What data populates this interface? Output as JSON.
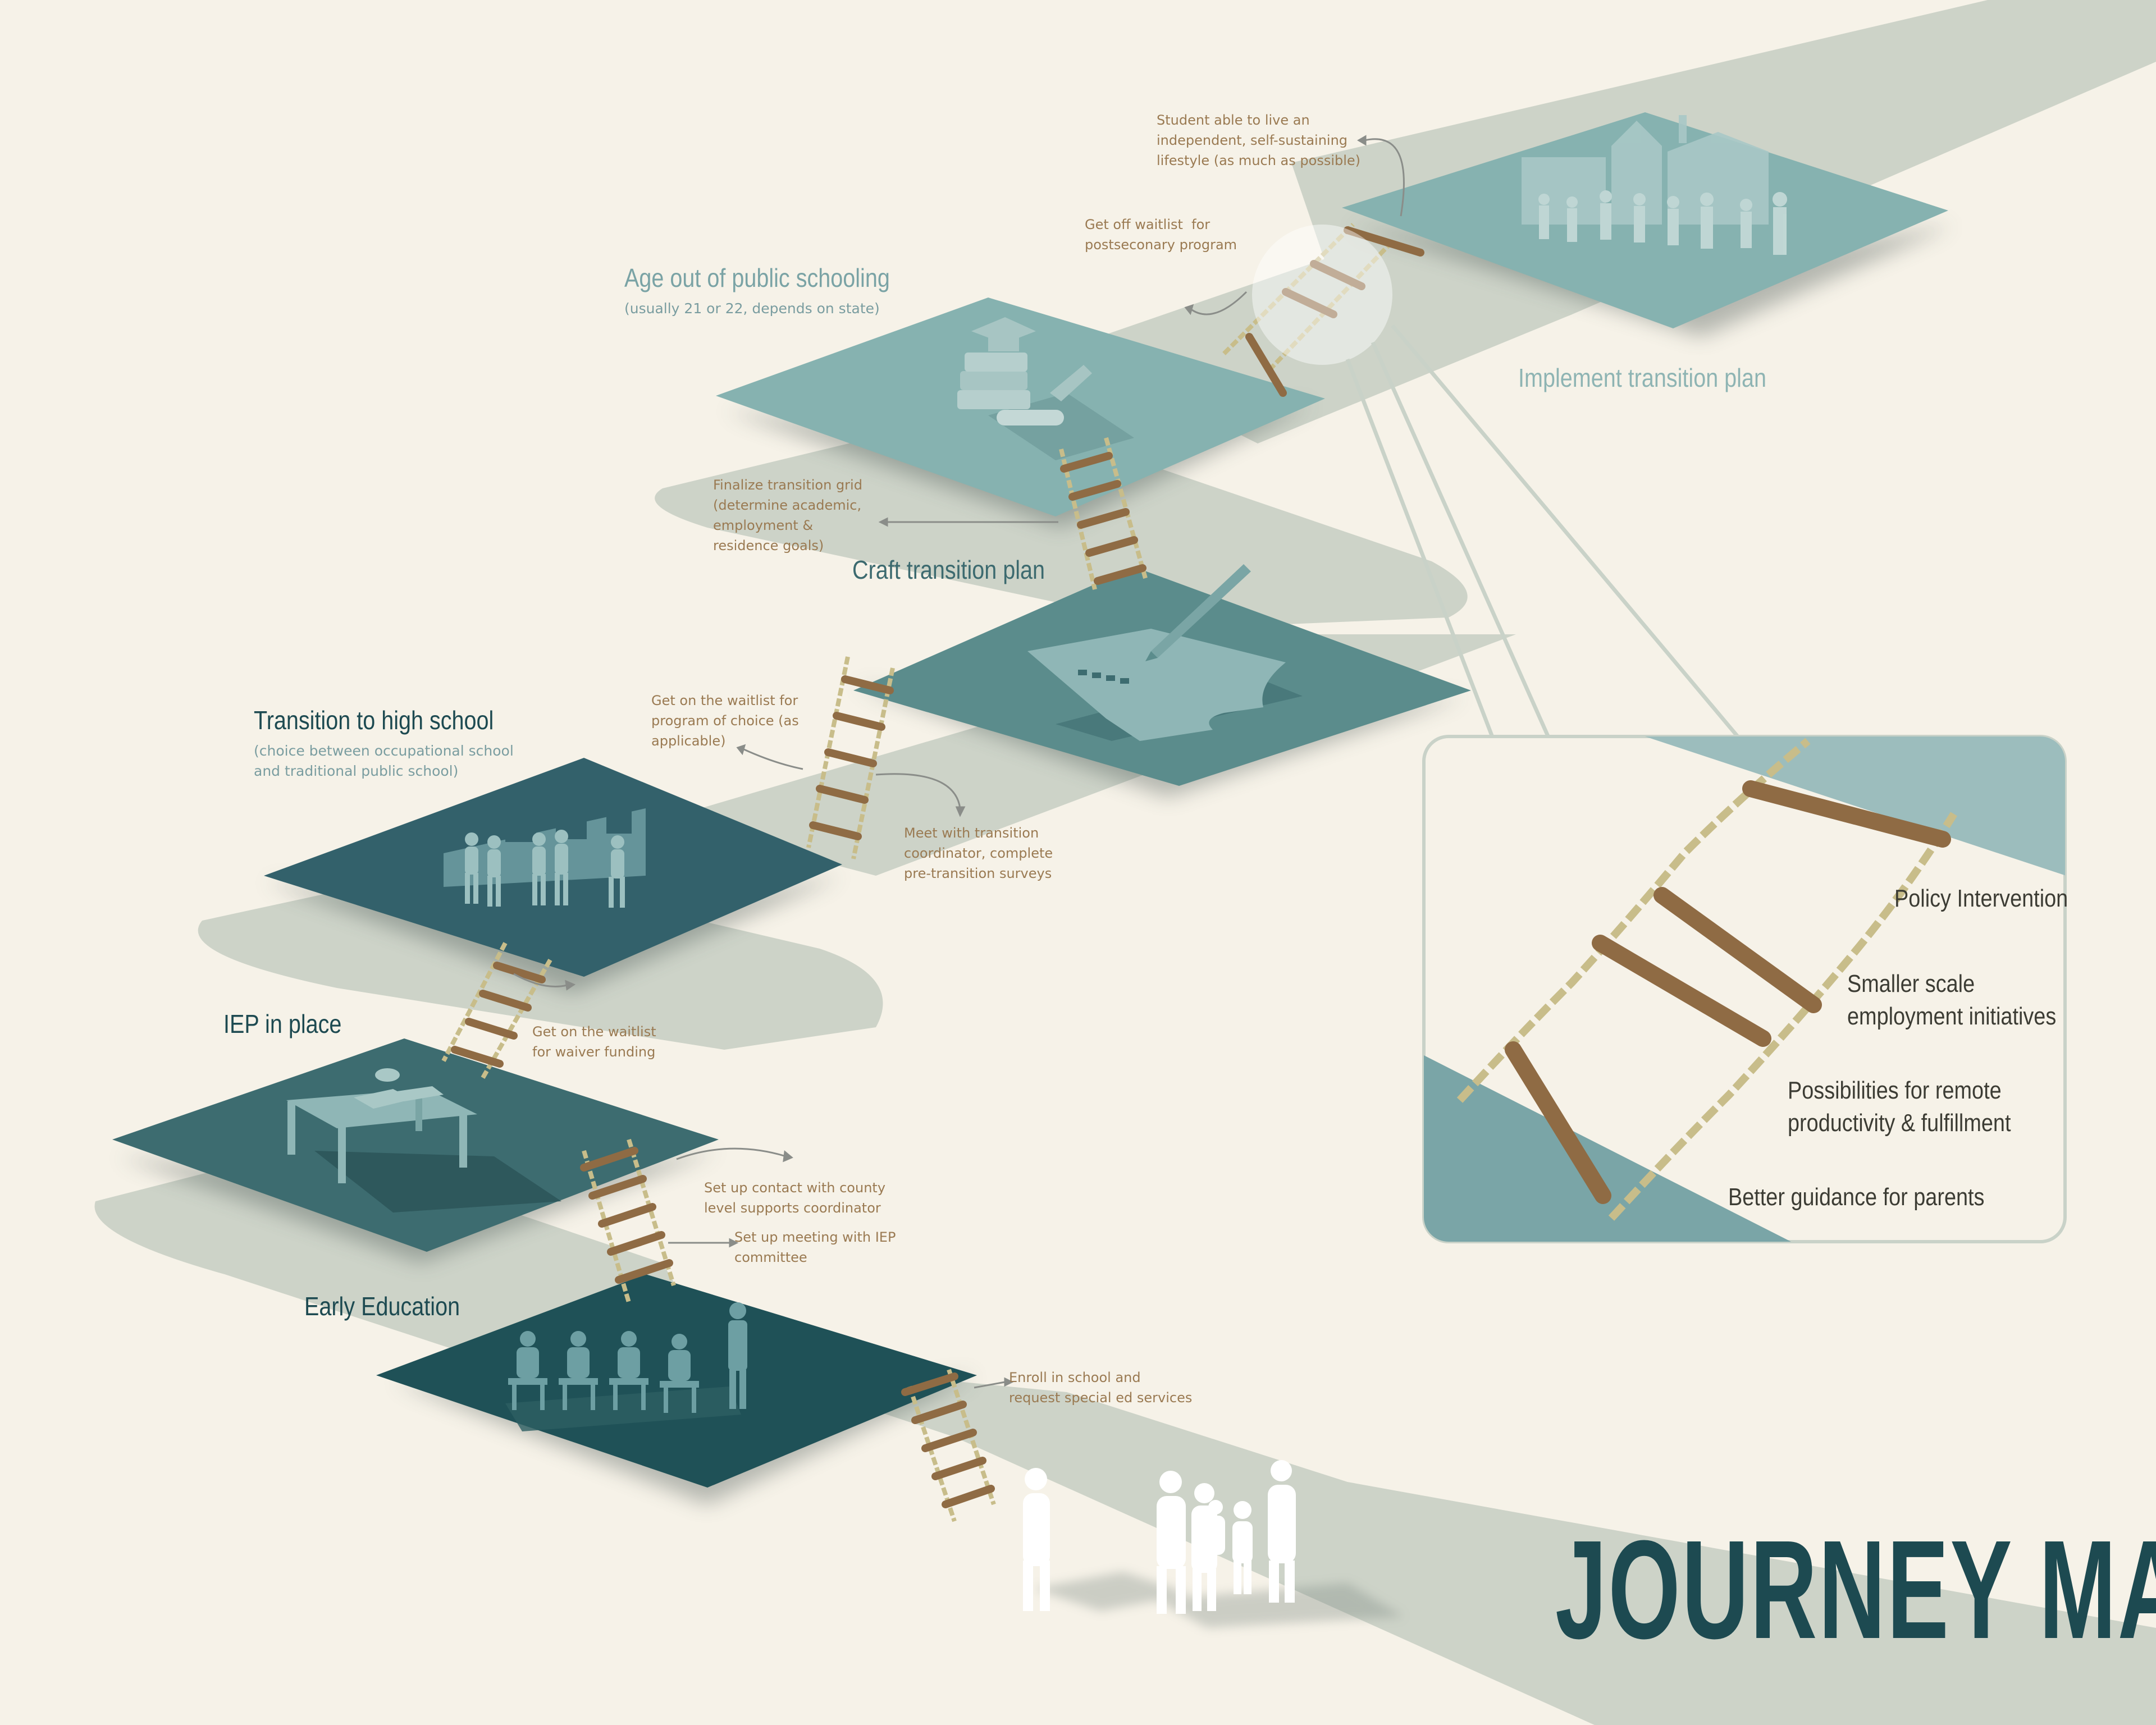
{
  "title": "JOURNEY MAP",
  "colors": {
    "background": "#f6f2e8",
    "path": "#cdd3c8",
    "plate_dark": "#1f5157",
    "plate_mid": "#3d6c70",
    "plate_light": "#86b2b0",
    "rope": "#c8bd8a",
    "rung": "#8f6b44",
    "title": "#1d4a51",
    "note": "#9a7a52"
  },
  "stages": [
    {
      "label": "Early Education",
      "subtitle": "",
      "illustration-icon": "classroom-icon"
    },
    {
      "label": "IEP in place",
      "subtitle": "",
      "illustration-icon": "desk-icon"
    },
    {
      "label": "Transition to high school",
      "subtitle": "(choice between occupational school\nand traditional public school)",
      "illustration-icon": "school-students-icon"
    },
    {
      "label": "Craft transition plan",
      "subtitle": "",
      "illustration-icon": "document-pen-icon"
    },
    {
      "label": "Age out of public schooling",
      "subtitle": "(usually 21 or 22, depends on state)",
      "illustration-icon": "diploma-books-icon"
    },
    {
      "label": "Implement transition plan",
      "subtitle": "",
      "illustration-icon": "town-people-icon"
    }
  ],
  "notes": [
    "Enroll in school and\nrequest special ed services",
    "Set up meeting with IEP\ncommittee",
    "Set up contact with county\nlevel supports coordinator",
    "Get on the waitlist\nfor waiver funding",
    "Meet with transition\ncoordinator, complete\npre-transition surveys",
    "Get on the waitlist for\nprogram of choice (as\napplicable)",
    "Finalize transition grid\n(determine academic,\nemployment &\nresidence goals)",
    "Get off waitlist  for\npostseconary program",
    "Student able to live an\nindependent, self-sustaining\nlifestyle (as much as possible)"
  ],
  "inset": {
    "labels": [
      "Policy Intervention",
      "Smaller scale\nemployment initiatives",
      "Possibilities for remote\nproductivity & fulfillment",
      "Better guidance for parents"
    ]
  },
  "people-icon": "family-silhouettes-icon"
}
